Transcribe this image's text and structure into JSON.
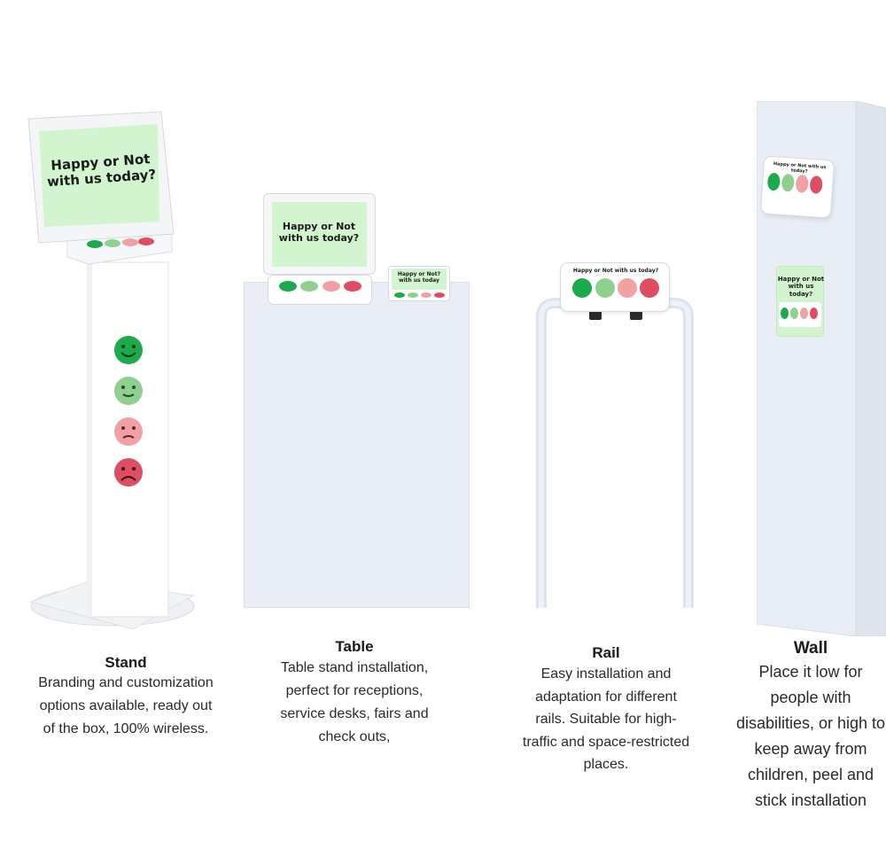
{
  "colors": {
    "happy_dark": "#1daa4c",
    "happy_light": "#8fd08f",
    "unhappy_light": "#f1a1a4",
    "unhappy_dark": "#df4d62",
    "screen_green": "#d2f5cf",
    "panel": "#e8edf6"
  },
  "stand": {
    "screen_line1": "Happy or Not",
    "screen_line2": "with us today?",
    "title": "Stand",
    "description": "Branding and customization options available, ready out of the box, 100% wireless."
  },
  "table": {
    "screen_line1": "Happy or Not",
    "screen_line2": "with us today?",
    "small_screen_line1": "Happy or Not?",
    "small_screen_line2": "with us today",
    "title": "Table",
    "description": "Table stand installation, perfect for receptions, service desks, fairs and check outs,"
  },
  "rail": {
    "device_label": "Happy or Not with us today?",
    "title": "Rail",
    "description": "Easy installation and adaptation for different rails. Suitable for high-traffic and space-restricted places."
  },
  "wall": {
    "device_label": "Happy or Not with us today?",
    "screen_line1": "Happy or Not",
    "screen_line2": "with us today?",
    "title": "Wall",
    "description": "Place it low for people with disabilities, or high to keep away from children, peel and stick installation"
  }
}
